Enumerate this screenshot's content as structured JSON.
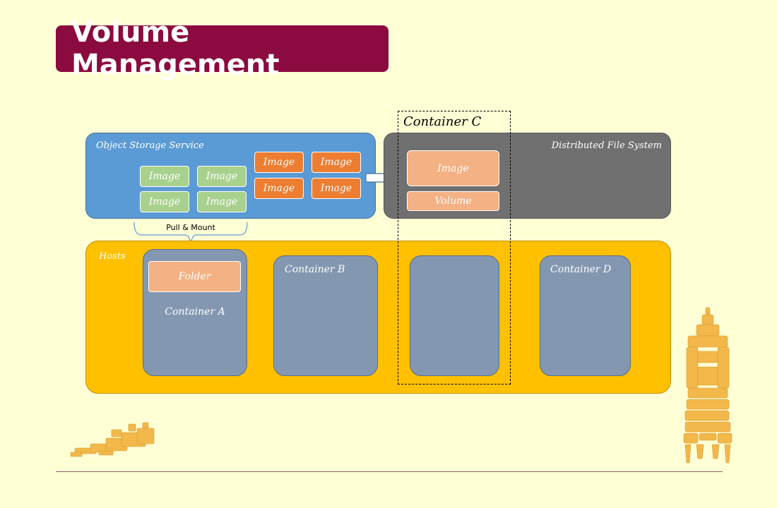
{
  "title": "Volume Management",
  "object_storage": {
    "label": "Object Storage Service",
    "green_images": [
      "Image",
      "Image",
      "Image",
      "Image"
    ],
    "orange_images": [
      "Image",
      "Image",
      "Image",
      "Image"
    ]
  },
  "dfs": {
    "label": "Distributed File System",
    "image_label": "Image",
    "volume_label": "Volume"
  },
  "container_c_label": "Container C",
  "pull_mount_label": "Pull & Mount",
  "hosts": {
    "label": "Hosts",
    "container_a": {
      "folder_label": "Folder",
      "label": "Container A"
    },
    "container_b": {
      "label": "Container B"
    },
    "container_d": {
      "label": "Container D"
    }
  },
  "colors": {
    "title_bg": "#8b0a3f",
    "background": "#ffffd6",
    "object_storage": "#5b9bd5",
    "dfs": "#717070",
    "hosts": "#ffc000",
    "container": "#8497b0",
    "green_image": "#a9d18e",
    "orange_image": "#ed7d31",
    "peach": "#f4b183"
  }
}
